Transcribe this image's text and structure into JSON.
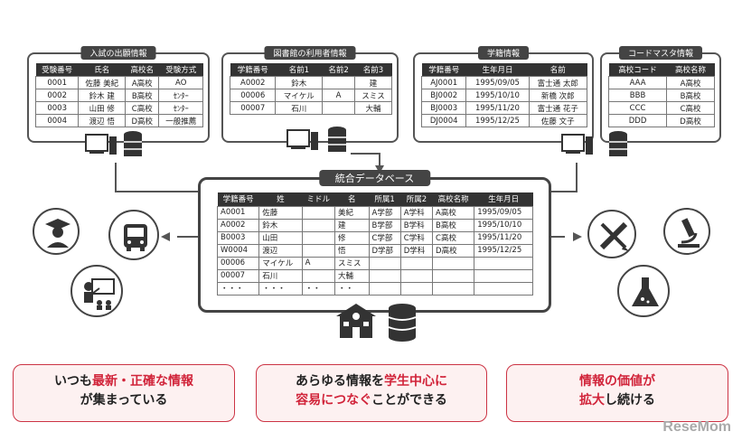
{
  "panels": {
    "entrance": {
      "title": "入試の出願情報",
      "headers": [
        "受験番号",
        "氏名",
        "高校名",
        "受験方式"
      ],
      "rows": [
        [
          "0001",
          "佐藤 美紀",
          "A高校",
          "AO"
        ],
        [
          "0002",
          "鈴木 建",
          "B高校",
          "ｾﾝﾀｰ"
        ],
        [
          "0003",
          "山田 修",
          "C高校",
          "ｾﾝﾀｰ"
        ],
        [
          "0004",
          "渡辺 悟",
          "D高校",
          "一般推薦"
        ]
      ]
    },
    "library": {
      "title": "図書館の利用者情報",
      "headers": [
        "学籍番号",
        "名前1",
        "名前2",
        "名前3"
      ],
      "rows": [
        [
          "A0002",
          "鈴木",
          "",
          "建"
        ],
        [
          "00006",
          "マイケル",
          "A",
          "スミス"
        ],
        [
          "00007",
          "石川",
          "",
          "大輔"
        ]
      ]
    },
    "academic": {
      "title": "学籍情報",
      "headers": [
        "学籍番号",
        "生年月日",
        "名前"
      ],
      "rows": [
        [
          "AJ0001",
          "1995/09/05",
          "富士通 太郎"
        ],
        [
          "BJ0002",
          "1995/10/10",
          "新橋 次郎"
        ],
        [
          "BJ0003",
          "1995/11/20",
          "富士通 花子"
        ],
        [
          "DJ0004",
          "1995/12/25",
          "佐藤 文子"
        ]
      ]
    },
    "codemaster": {
      "title": "コードマスタ情報",
      "headers": [
        "高校コード",
        "高校名称"
      ],
      "rows": [
        [
          "AAA",
          "A高校"
        ],
        [
          "BBB",
          "B高校"
        ],
        [
          "CCC",
          "C高校"
        ],
        [
          "DDD",
          "D高校"
        ]
      ]
    }
  },
  "integrated": {
    "title": "統合データベース",
    "headers": [
      "学籍番号",
      "姓",
      "ミドル",
      "名",
      "所属1",
      "所属2",
      "高校名称",
      "生年月日"
    ],
    "rows": [
      [
        "A0001",
        "佐藤",
        "",
        "美紀",
        "A学部",
        "A学科",
        "A高校",
        "1995/09/05"
      ],
      [
        "A0002",
        "鈴木",
        "",
        "建",
        "B学部",
        "B学科",
        "B高校",
        "1995/10/10"
      ],
      [
        "B0003",
        "山田",
        "",
        "修",
        "C学部",
        "C学科",
        "C高校",
        "1995/11/20"
      ],
      [
        "W0004",
        "渡辺",
        "",
        "悟",
        "D学部",
        "D学科",
        "D高校",
        "1995/12/25"
      ],
      [
        "00006",
        "マイケル",
        "A",
        "スミス",
        "",
        "",
        "",
        ""
      ],
      [
        "00007",
        "石川",
        "",
        "大輔",
        "",
        "",
        "",
        ""
      ],
      [
        "・・・",
        "・・・",
        "・・",
        "・・",
        "",
        "",
        "",
        ""
      ]
    ]
  },
  "icons": {
    "left": [
      "student-icon",
      "bus-icon",
      "teacher-icon"
    ],
    "right": [
      "ruler-pencil-icon",
      "microscope-icon",
      "flask-icon"
    ]
  },
  "benefits": [
    {
      "pre": "いつも",
      "hl": "最新・正確な情報",
      "post": "",
      "line2pre": "が集まっている",
      "line2hl": "",
      "line2post": ""
    },
    {
      "pre": "あらゆる情報を",
      "hl": "学生中心に",
      "post": "",
      "line2pre": "",
      "line2hl": "容易につなぐ",
      "line2post": "ことができる"
    },
    {
      "pre": "",
      "hl": "情報の価値が",
      "post": "",
      "line2pre": "",
      "line2hl": "拡大",
      "line2post": "し続ける"
    }
  ],
  "watermark": "ReseMom",
  "colors": {
    "accent": "#d1243a",
    "dark": "#333333",
    "box_bg": "#fdf1f1"
  }
}
